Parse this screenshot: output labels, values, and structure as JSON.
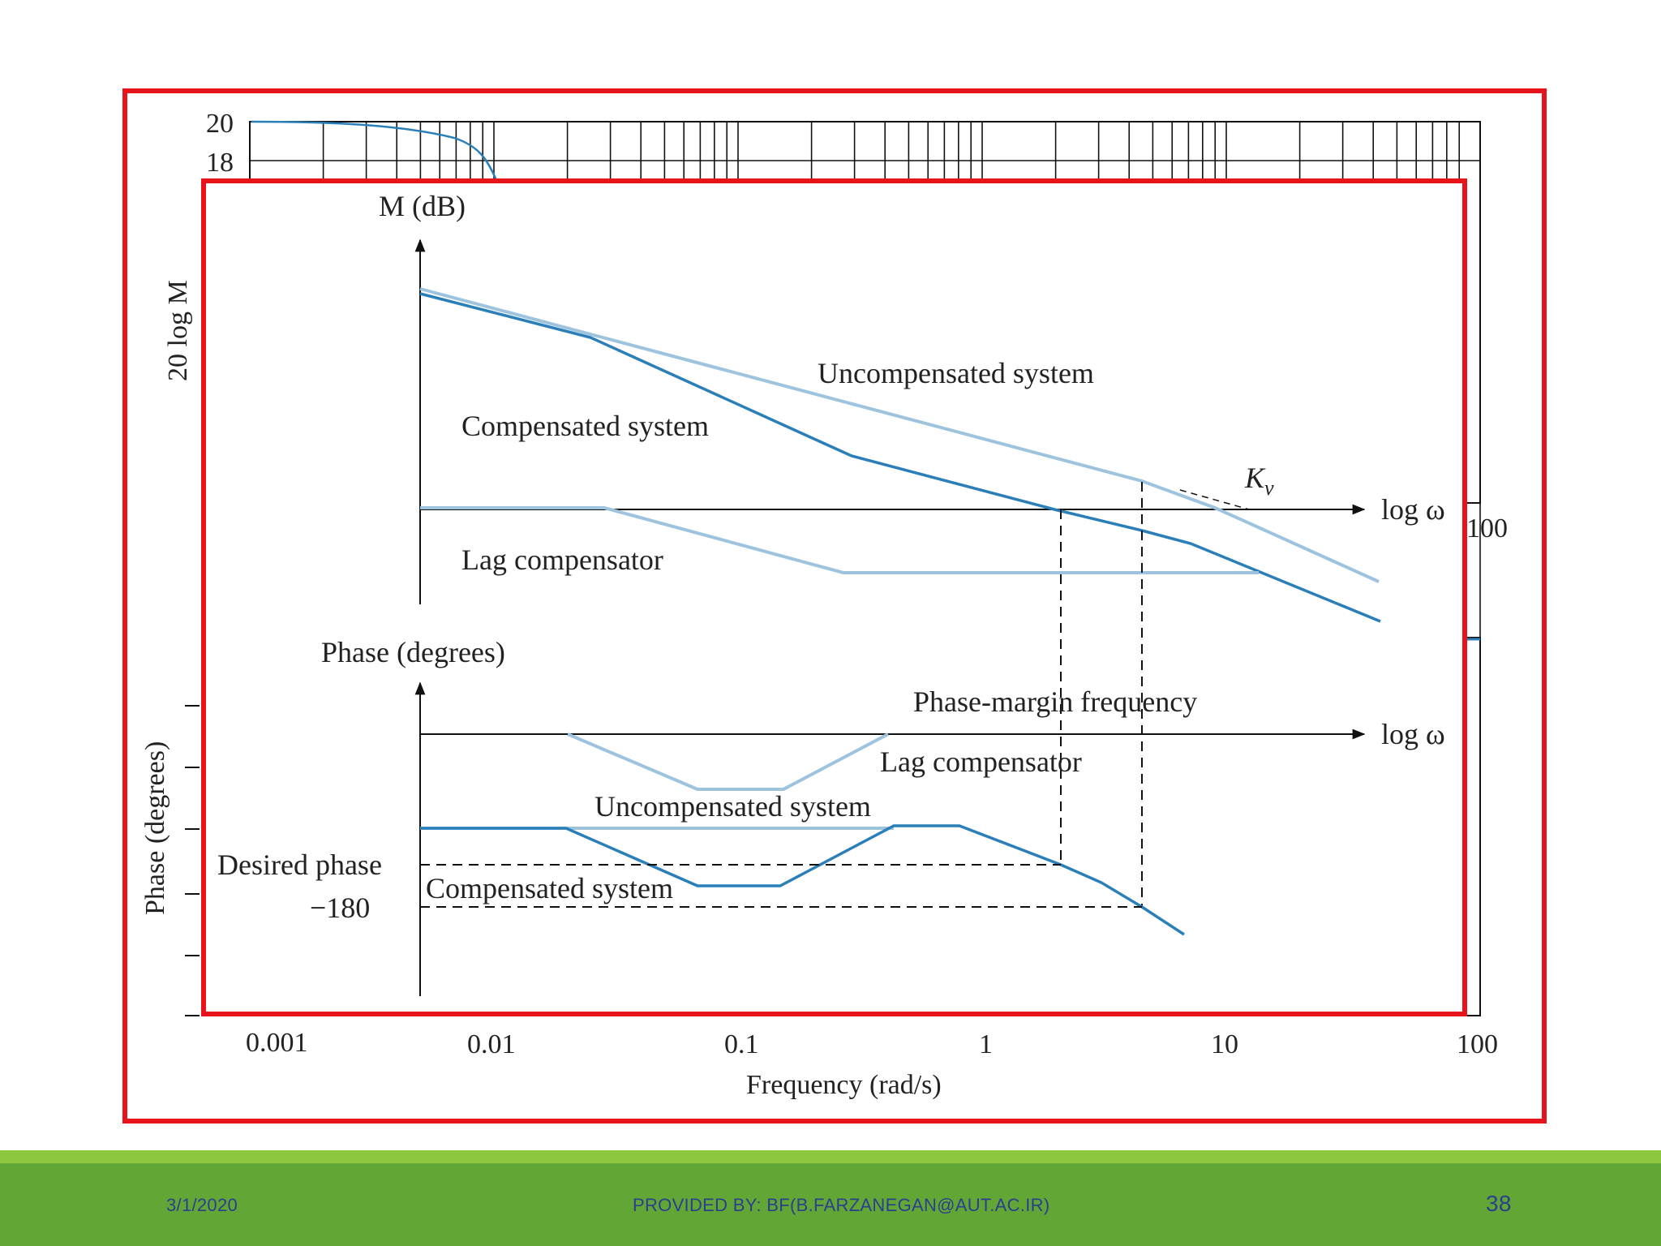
{
  "background_plot": {
    "y_ticks_top": [
      "20",
      "18"
    ],
    "y_label_top": "20 log M",
    "y_label_bottom": "Phase (degrees)",
    "right_tick_label": "100",
    "x_ticks": [
      "0.001",
      "0.01",
      "0.1",
      "1",
      "10",
      "100"
    ],
    "x_label": "Frequency (rad/s)"
  },
  "sketch": {
    "magnitude_axis_label": "M (dB)",
    "magnitude_x_axis_label": "log ω",
    "uncompensated_label": "Uncompensated system",
    "compensated_label": "Compensated system",
    "kv_label": "K",
    "kv_subscript": "v",
    "lag_label": "Lag compensator",
    "phase_axis_label": "Phase (degrees)",
    "phase_x_axis_label": "log ω",
    "phase_margin_label": "Phase-margin frequency",
    "phase_lag_label": "Lag compensator",
    "phase_uncompensated_label": "Uncompensated system",
    "desired_phase_label": "Desired phase",
    "phase_compensated_label": "Compensated system",
    "minus180_label": "−180"
  },
  "footer": {
    "date": "3/1/2020",
    "credit": "PROVIDED BY: BF(B.FARZANEGAN@AUT.AC.IR)",
    "page": "38"
  },
  "colors": {
    "frame_red": "#e8141c",
    "uncompensated_blue": "#9dc3de",
    "compensated_blue": "#2b7fb8",
    "footer_green": "#62a636",
    "footer_stripe": "#8dc63f",
    "footer_text": "#2c3f8f"
  }
}
